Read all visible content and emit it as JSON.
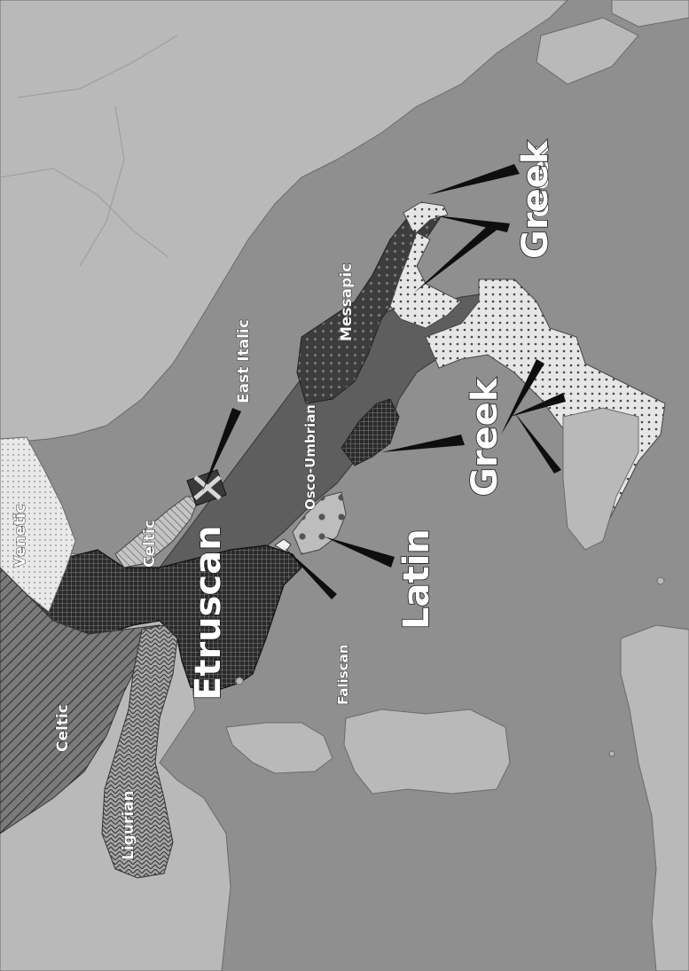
{
  "map": {
    "labels": {
      "greek_1": "Greek",
      "greek_2": "Greek",
      "greek_3": "Greek",
      "messapic": "Messapic",
      "east_italic": "East Italic",
      "osco_umbrian": "Osco-Umbrian",
      "venetic": "Venetic",
      "celtic_1": "Celtic",
      "celtic_2": "Celtic",
      "etruscan": "Etruscan",
      "faliscan": "Faliscan",
      "latin": "Latin",
      "ligurian": "Ligurian"
    },
    "colors": {
      "sea": "#8f8f8f",
      "land": "#b9b9b9",
      "etruscan": "#1f1f1f",
      "osco_umbrian": "#5e5e5e",
      "messapic": "#3d3d3d",
      "greek": "#e4e4e4",
      "venetic": "#e8e8e8",
      "label_text": "#ffffff",
      "pointer": "#0e0e0e"
    }
  }
}
